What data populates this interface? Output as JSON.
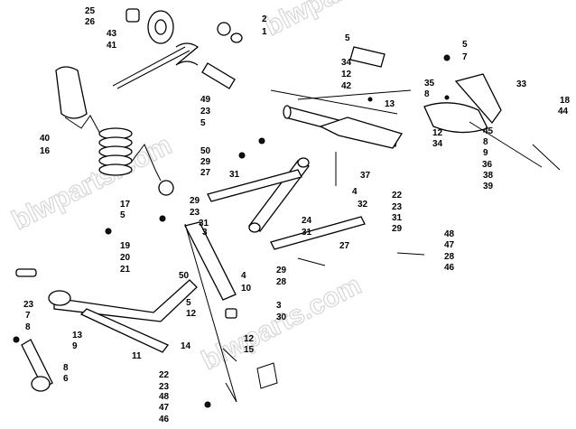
{
  "diagram": {
    "watermark": "blwparts.com",
    "callouts": [
      {
        "id": "c25a",
        "text": "25"
      },
      {
        "id": "c26",
        "text": "26"
      },
      {
        "id": "c43",
        "text": "43"
      },
      {
        "id": "c41",
        "text": "41"
      },
      {
        "id": "c2",
        "text": "2"
      },
      {
        "id": "c1",
        "text": "1"
      },
      {
        "id": "c5a",
        "text": "5"
      },
      {
        "id": "c34a",
        "text": "34"
      },
      {
        "id": "c12a",
        "text": "12"
      },
      {
        "id": "c42",
        "text": "42"
      },
      {
        "id": "c5b",
        "text": "5"
      },
      {
        "id": "c7a",
        "text": "7"
      },
      {
        "id": "c49",
        "text": "49"
      },
      {
        "id": "c23a",
        "text": "23"
      },
      {
        "id": "c35",
        "text": "35"
      },
      {
        "id": "c8a",
        "text": "8"
      },
      {
        "id": "c13a",
        "text": "13"
      },
      {
        "id": "c33",
        "text": "33"
      },
      {
        "id": "c18",
        "text": "18"
      },
      {
        "id": "c44",
        "text": "44"
      },
      {
        "id": "c5c",
        "text": "5"
      },
      {
        "id": "c45",
        "text": "45"
      },
      {
        "id": "c8b",
        "text": "8"
      },
      {
        "id": "c9a",
        "text": "9"
      },
      {
        "id": "c36",
        "text": "36"
      },
      {
        "id": "c40",
        "text": "40"
      },
      {
        "id": "c16",
        "text": "16"
      },
      {
        "id": "c12b",
        "text": "12"
      },
      {
        "id": "c34b",
        "text": "34"
      },
      {
        "id": "c50a",
        "text": "50"
      },
      {
        "id": "c29a",
        "text": "29"
      },
      {
        "id": "c27a",
        "text": "27"
      },
      {
        "id": "c31a",
        "text": "31"
      },
      {
        "id": "c37",
        "text": "37"
      },
      {
        "id": "c38",
        "text": "38"
      },
      {
        "id": "c39",
        "text": "39"
      },
      {
        "id": "c17",
        "text": "17"
      },
      {
        "id": "c5d",
        "text": "5"
      },
      {
        "id": "c29b",
        "text": "29"
      },
      {
        "id": "c23b",
        "text": "23"
      },
      {
        "id": "c31b",
        "text": "31"
      },
      {
        "id": "c4a",
        "text": "4"
      },
      {
        "id": "c32",
        "text": "32"
      },
      {
        "id": "c22a",
        "text": "22"
      },
      {
        "id": "c23c",
        "text": "23"
      },
      {
        "id": "c31c",
        "text": "31"
      },
      {
        "id": "c29c",
        "text": "29"
      },
      {
        "id": "c24",
        "text": "24"
      },
      {
        "id": "c31d",
        "text": "31"
      },
      {
        "id": "c3a",
        "text": "3"
      },
      {
        "id": "c19",
        "text": "19"
      },
      {
        "id": "c20",
        "text": "20"
      },
      {
        "id": "c21",
        "text": "21"
      },
      {
        "id": "c27b",
        "text": "27"
      },
      {
        "id": "c48a",
        "text": "48"
      },
      {
        "id": "c47a",
        "text": "47"
      },
      {
        "id": "c28a",
        "text": "28"
      },
      {
        "id": "c46a",
        "text": "46"
      },
      {
        "id": "c4b",
        "text": "4"
      },
      {
        "id": "c50b",
        "text": "50"
      },
      {
        "id": "c10",
        "text": "10"
      },
      {
        "id": "c29d",
        "text": "29"
      },
      {
        "id": "c28b",
        "text": "28"
      },
      {
        "id": "c23d",
        "text": "23"
      },
      {
        "id": "c7b",
        "text": "7"
      },
      {
        "id": "c8c",
        "text": "8"
      },
      {
        "id": "c5e",
        "text": "5"
      },
      {
        "id": "c12c",
        "text": "12"
      },
      {
        "id": "c3b",
        "text": "3"
      },
      {
        "id": "c30",
        "text": "30"
      },
      {
        "id": "c13b",
        "text": "13"
      },
      {
        "id": "c9b",
        "text": "9"
      },
      {
        "id": "c14",
        "text": "14"
      },
      {
        "id": "c12d",
        "text": "12"
      },
      {
        "id": "c15",
        "text": "15"
      },
      {
        "id": "c8d",
        "text": "8"
      },
      {
        "id": "c6",
        "text": "6"
      },
      {
        "id": "c11",
        "text": "11"
      },
      {
        "id": "c22b",
        "text": "22"
      },
      {
        "id": "c23e",
        "text": "23"
      },
      {
        "id": "c48b",
        "text": "48"
      },
      {
        "id": "c47b",
        "text": "47"
      },
      {
        "id": "c46b",
        "text": "46"
      }
    ]
  }
}
